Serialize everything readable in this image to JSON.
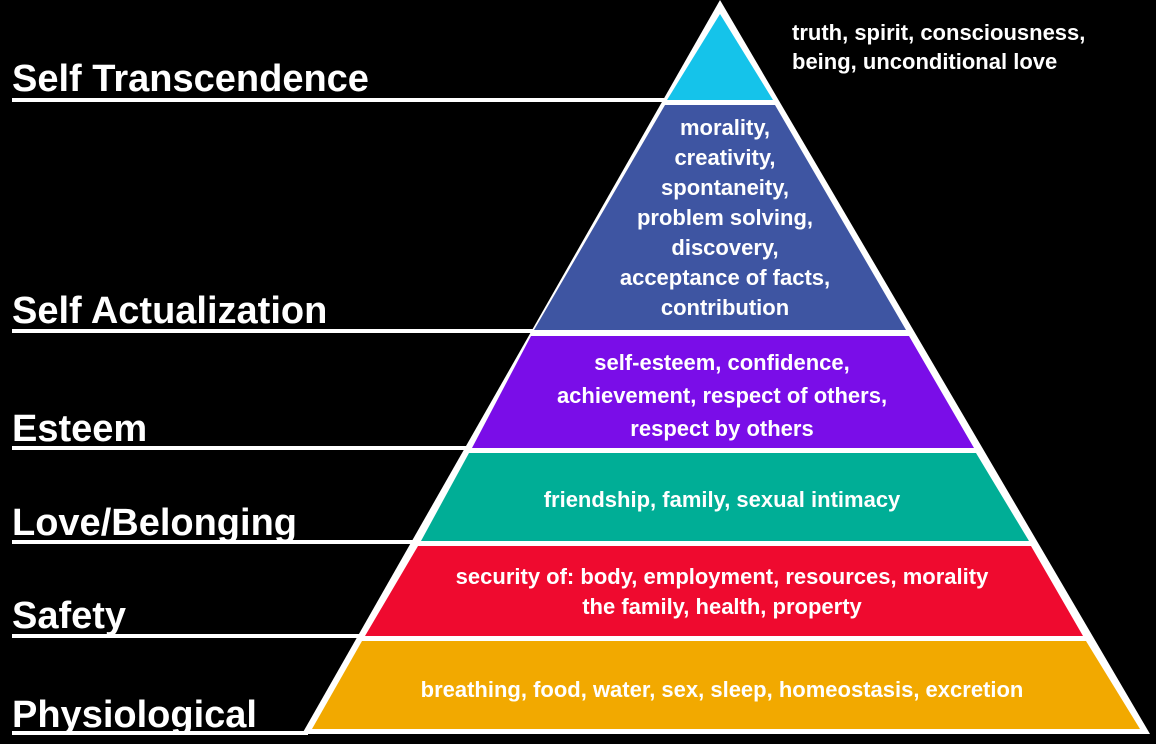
{
  "levels": [
    {
      "label": "Self Transcendence",
      "color": "#15c3ea",
      "description": [
        "truth, spirit, consciousness,",
        "being, unconditional love"
      ]
    },
    {
      "label": "Self Actualization",
      "color": "#3e55a2",
      "description": [
        "morality,",
        "creativity,",
        "spontaneity,",
        "problem solving,",
        "discovery,",
        "acceptance of facts,",
        "contribution"
      ]
    },
    {
      "label": "Esteem",
      "color": "#7a0de8",
      "description": [
        "self-esteem, confidence,",
        "achievement, respect of others,",
        "respect by others"
      ]
    },
    {
      "label": "Love/Belonging",
      "color": "#00ae96",
      "description": [
        "friendship, family, sexual intimacy"
      ]
    },
    {
      "label": "Safety",
      "color": "#ef0a2f",
      "description": [
        "security of: body, employment, resources, morality",
        "the family, health, property"
      ]
    },
    {
      "label": "Physiological",
      "color": "#f2a900",
      "description": [
        "breathing, food, water, sex, sleep, homeostasis, excretion"
      ]
    }
  ]
}
